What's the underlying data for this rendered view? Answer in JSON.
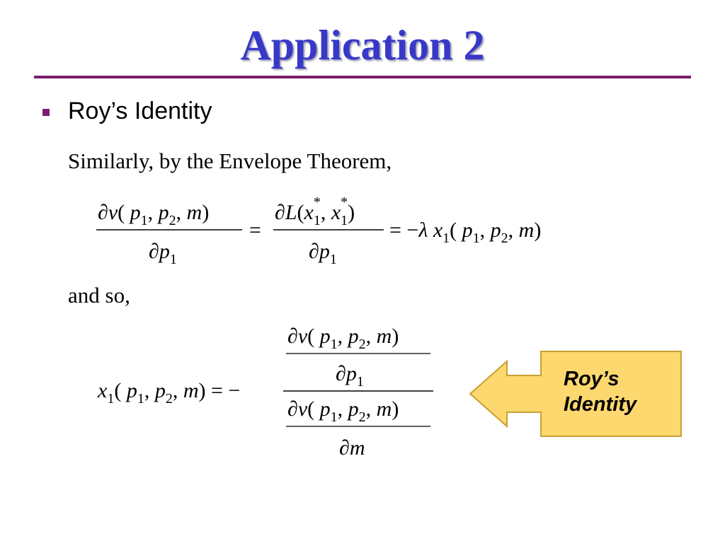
{
  "slide": {
    "title": "Application 2",
    "bullet": "Roy’s Identity",
    "intro": "Similarly, by the Envelope Theorem,",
    "and_so": "and so,"
  },
  "equations": {
    "envelope": "∂v(p1, p2, m)/∂p1 = ∂L(x1*, x1*)/∂p1 = −λ x1(p1, p2, m)",
    "roy": "x1(p1, p2, m) = − [∂v(p1, p2, m)/∂p1] / [∂v(p1, p2, m)/∂m]"
  },
  "callout": {
    "line1": "Roy’s",
    "line2": "Identity",
    "fill": "#fdd86f",
    "stroke": "#c8a032"
  },
  "colors": {
    "title": "#3838c8",
    "rule": "#7a1f6e"
  }
}
